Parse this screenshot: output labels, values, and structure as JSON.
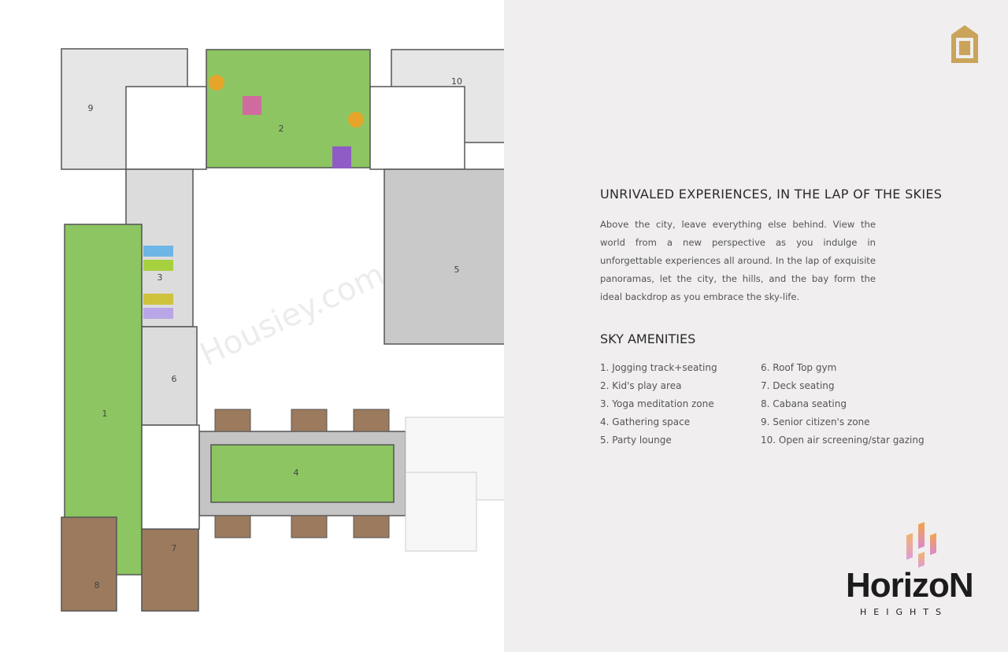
{
  "plan": {
    "zone_numbers": [
      "1",
      "2",
      "3",
      "4",
      "5",
      "6",
      "7",
      "8",
      "9",
      "10"
    ],
    "watermark": "Housiey.com"
  },
  "content": {
    "heading": "UNRIVALED EXPERIENCES, IN THE LAP OF THE SKIES",
    "body": "Above the city, leave everything else behind. View the world from a new perspective as you indulge in unforgettable experiences all around. In the lap of exquisite panoramas, let the city, the hills, and the bay form the ideal backdrop as you embrace the sky-life.",
    "amenities_title": "SKY AMENITIES",
    "amenities_left": [
      "1.  Jogging track+seating",
      "2. Kid's play area",
      "3. Yoga meditation zone",
      "4. Gathering space",
      "5. Party lounge"
    ],
    "amenities_right": [
      "6. Roof Top gym",
      "7.  Deck seating",
      "8. Cabana seating",
      "9. Senior citizen's zone",
      "10. Open air screening/star gazing"
    ]
  },
  "brand": {
    "name": "HorizoN",
    "tagline": "HEIGHTS",
    "accent": "#e8a23a",
    "gold": "#c9a45a"
  }
}
